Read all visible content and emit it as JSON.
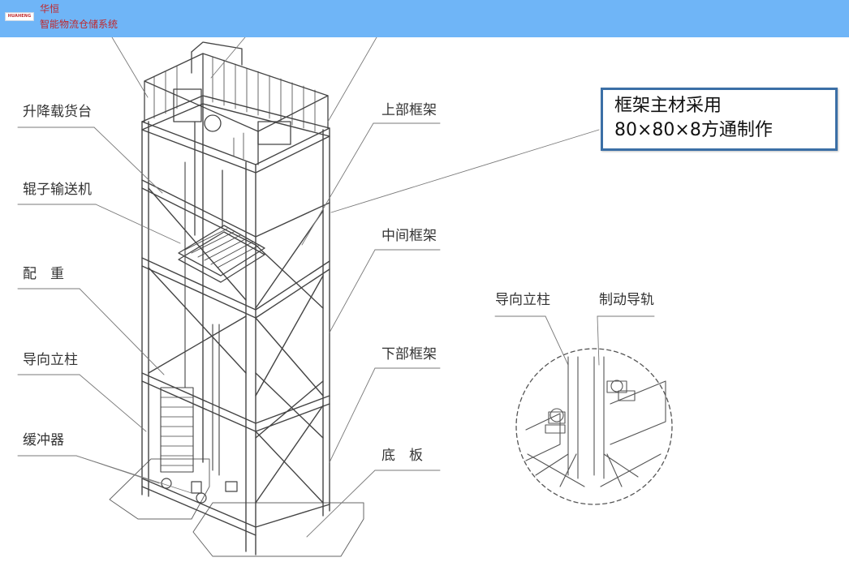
{
  "header": {
    "logo_text": "HUAHENG",
    "brand_name": "华恒",
    "tagline": "智能物流仓储系统",
    "background_color": "#6fb5f7",
    "text_color": "#c0282c"
  },
  "labels": {
    "lift_platform": "升降载货台",
    "roller_conveyor": "辊子输送机",
    "counterweight": "配　重",
    "guide_column_left": "导向立柱",
    "buffer": "缓冲器",
    "upper_frame": "上部框架",
    "middle_frame": "中间框架",
    "lower_frame": "下部框架",
    "base_plate": "底　板",
    "guide_column_detail": "导向立柱",
    "brake_rail": "制动导轨"
  },
  "callout": {
    "line1": "框架主材采用",
    "line2": "80×80×8方通制作",
    "border_color": "#3b6fa6"
  }
}
